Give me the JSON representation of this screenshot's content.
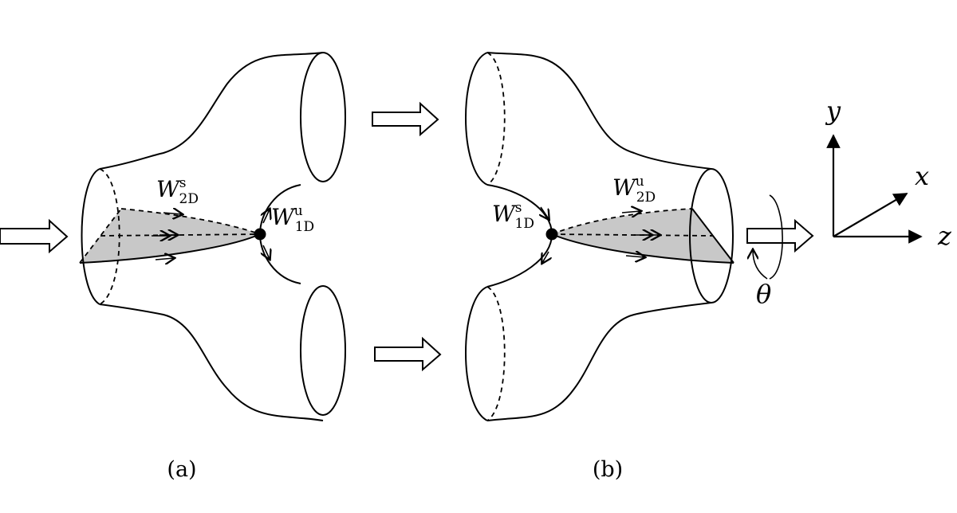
{
  "panels": {
    "a": {
      "caption": "(a)",
      "stable_manifold": {
        "symbol": "W",
        "sup": "s",
        "sub": "2D"
      },
      "unstable_manifold": {
        "symbol": "W",
        "sup": "u",
        "sub": "1D"
      }
    },
    "b": {
      "caption": "(b)",
      "stable_manifold": {
        "symbol": "W",
        "sup": "s",
        "sub": "1D"
      },
      "unstable_manifold": {
        "symbol": "W",
        "sup": "u",
        "sub": "2D"
      }
    }
  },
  "axes": {
    "x": "x",
    "y": "y",
    "z": "z",
    "angle": "θ"
  },
  "colors": {
    "stroke": "#000000",
    "shade": "#c8c8c8",
    "background": "#ffffff"
  }
}
